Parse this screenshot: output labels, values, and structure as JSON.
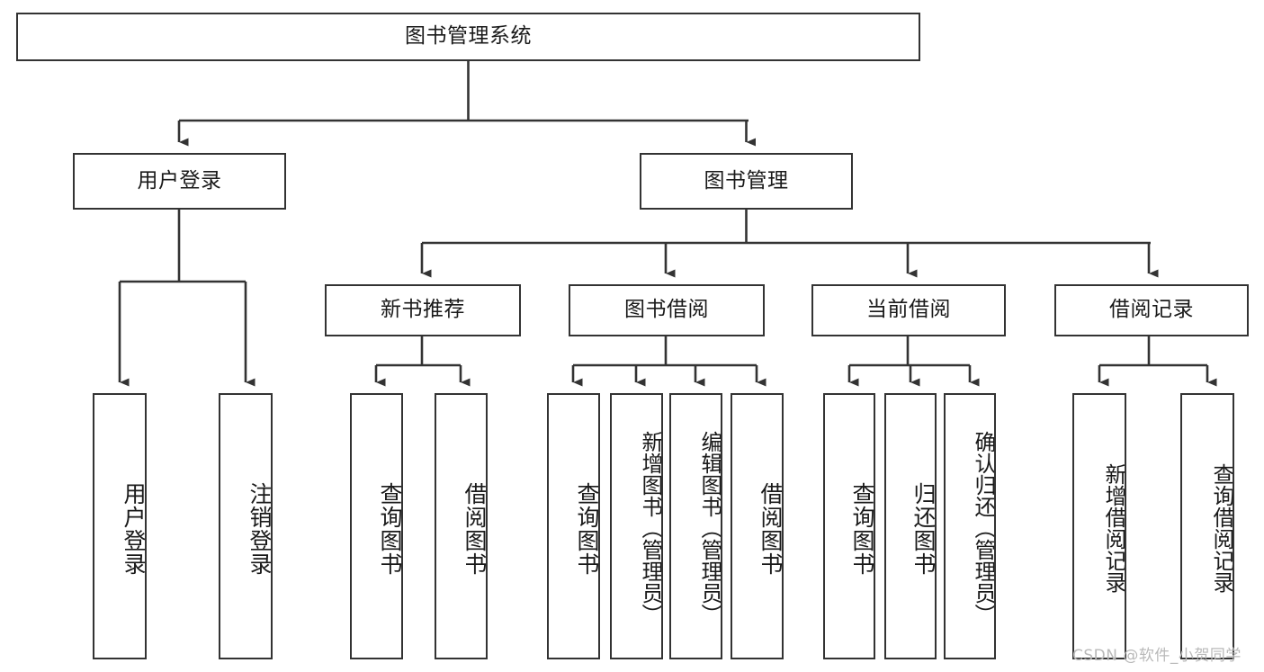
{
  "diagram": {
    "type": "tree",
    "title": "图书管理系统",
    "orientation": "top-down",
    "colors": {
      "background": "#ffffff",
      "box_stroke": "#333333",
      "box_fill": "#ffffff",
      "edge_stroke": "#333333",
      "text": "#1a1a1a",
      "watermark": "#b9b9b9"
    },
    "levels": [
      {
        "level": 1,
        "nodes": [
          {
            "id": "root",
            "label": "图书管理系统",
            "orientation": "horizontal"
          }
        ]
      },
      {
        "level": 2,
        "nodes": [
          {
            "id": "l2a",
            "label": "用户登录",
            "orientation": "horizontal",
            "parent": "root"
          },
          {
            "id": "l2b",
            "label": "图书管理",
            "orientation": "horizontal",
            "parent": "root"
          }
        ]
      },
      {
        "level": 3,
        "nodes": [
          {
            "id": "l3a",
            "label": "新书推荐",
            "orientation": "horizontal",
            "parent": "l2b"
          },
          {
            "id": "l3b",
            "label": "图书借阅",
            "orientation": "horizontal",
            "parent": "l2b"
          },
          {
            "id": "l3c",
            "label": "当前借阅",
            "orientation": "horizontal",
            "parent": "l2b"
          },
          {
            "id": "l3d",
            "label": "借阅记录",
            "orientation": "horizontal",
            "parent": "l2b"
          }
        ]
      },
      {
        "level": 4,
        "nodes": [
          {
            "id": "leaf1",
            "label": "用户登录",
            "orientation": "vertical",
            "parent": "l2a"
          },
          {
            "id": "leaf2",
            "label": "注销登录",
            "orientation": "vertical",
            "parent": "l2a"
          },
          {
            "id": "leaf3",
            "label": "查询图书",
            "orientation": "vertical",
            "parent": "l3a"
          },
          {
            "id": "leaf4",
            "label": "借阅图书",
            "orientation": "vertical",
            "parent": "l3a"
          },
          {
            "id": "leaf5",
            "label": "查询图书",
            "orientation": "vertical",
            "parent": "l3b"
          },
          {
            "id": "leaf6",
            "label": "新增图书（管理员）",
            "orientation": "vertical",
            "parent": "l3b"
          },
          {
            "id": "leaf7",
            "label": "编辑图书（管理员）",
            "orientation": "vertical",
            "parent": "l3b"
          },
          {
            "id": "leaf8",
            "label": "借阅图书",
            "orientation": "vertical",
            "parent": "l3b"
          },
          {
            "id": "leaf9",
            "label": "查询图书",
            "orientation": "vertical",
            "parent": "l3c"
          },
          {
            "id": "leaf10",
            "label": "归还图书",
            "orientation": "vertical",
            "parent": "l3c"
          },
          {
            "id": "leaf11",
            "label": "确认归还（管理员）",
            "orientation": "vertical",
            "parent": "l3c"
          },
          {
            "id": "leaf12",
            "label": "新增借阅记录",
            "orientation": "vertical",
            "parent": "l3d"
          },
          {
            "id": "leaf13",
            "label": "查询借阅记录",
            "orientation": "vertical",
            "parent": "l3d"
          }
        ]
      }
    ]
  },
  "watermark": {
    "text": "CSDN @软件_小贺同学"
  }
}
